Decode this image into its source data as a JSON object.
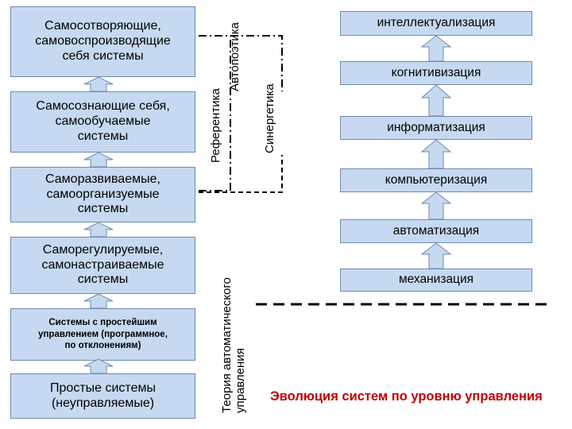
{
  "left_column": [
    {
      "text": "Самосотворяющие,\nсамовоспроизводящие\nсебя системы"
    },
    {
      "text": "Самосознающие себя,\nсамообучаемые\nсистемы"
    },
    {
      "text": "Саморазвиваемые,\nсамоорганизуемые\nсистемы"
    },
    {
      "text": "Саморегулируемые,\nсамонастраиваемые\nсистемы"
    },
    {
      "text": "Системы с простейшим\nуправлением (программное,\nпо отклонениям)"
    },
    {
      "text": "Простые системы\n(неуправляемые)"
    }
  ],
  "right_column": [
    {
      "text": "интеллектуализация"
    },
    {
      "text": "когнитивизация"
    },
    {
      "text": "информатизация"
    },
    {
      "text": "компьютеризация"
    },
    {
      "text": "автоматизация"
    },
    {
      "text": "механизация"
    }
  ],
  "vertical_labels": {
    "referentika": "Референтика",
    "autopoietika": "Автопоэтика",
    "synergetika": "Синергетика",
    "tau": "Теория автоматического\nуправления"
  },
  "caption": "Эволюция систем по уровню управления",
  "colors": {
    "box_fill": "#c6d9f1",
    "box_border": "#6f8aab",
    "caption": "#c00000"
  }
}
